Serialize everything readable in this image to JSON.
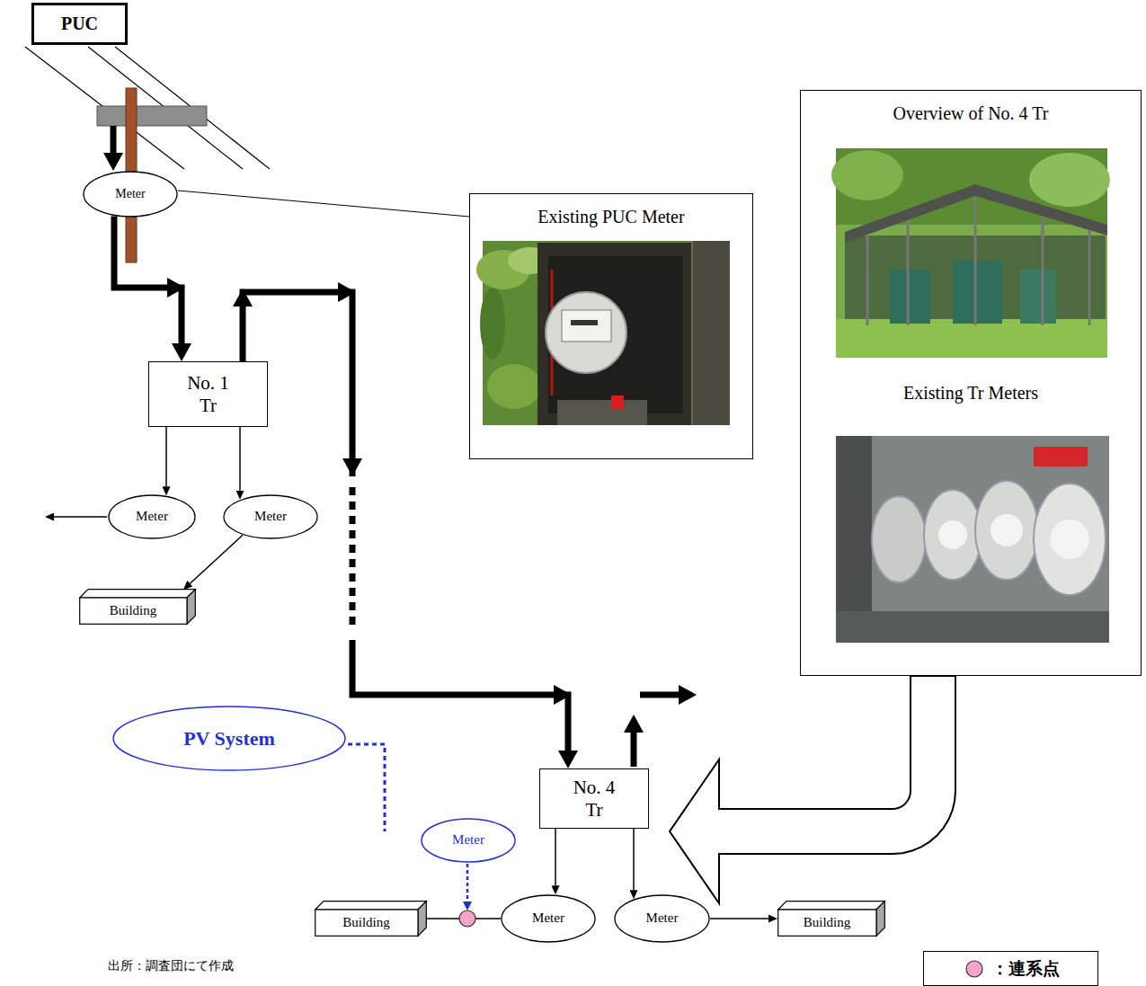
{
  "diagram": {
    "caption": "出所：調査団にて作成",
    "nodes": [
      {
        "text": [
          "PUC"
        ]
      },
      {
        "text": [
          "Meter"
        ]
      },
      {
        "text": [
          "Existing PUC Meter"
        ]
      },
      {
        "text": [
          "Overview of No. 4 Tr",
          "Existing Tr Meters"
        ]
      },
      {
        "text": [
          "No. 1 Tr"
        ]
      },
      {
        "text": [
          "Meter"
        ]
      },
      {
        "text": [
          "Meter"
        ]
      },
      {
        "text": [
          "Building"
        ]
      },
      {
        "text": [
          "PV System"
        ]
      },
      {
        "text": [
          "No. 4 Tr"
        ]
      },
      {
        "text": [
          "Meter"
        ]
      },
      {
        "text": [
          "Building"
        ]
      },
      {
        "text": [
          "Meter"
        ]
      },
      {
        "text": [
          "Meter"
        ]
      },
      {
        "text": [
          "Building"
        ]
      }
    ],
    "edges": [
      {
        "from": 1,
        "to": 4,
        "arrow": "to"
      },
      {
        "from": 4,
        "to": 9,
        "arrow": "to"
      },
      {
        "from": 4,
        "to": 5,
        "arrow": "to"
      },
      {
        "from": 4,
        "to": 6,
        "arrow": "to"
      },
      {
        "from": 6,
        "to": 7,
        "arrow": "to"
      },
      {
        "from": 1,
        "to": 2,
        "arrow": "none"
      },
      {
        "from": 3,
        "to": 9,
        "arrow": "to"
      },
      {
        "from": 9,
        "to": 12,
        "arrow": "to"
      },
      {
        "from": 9,
        "to": 13,
        "arrow": "to"
      },
      {
        "from": 12,
        "to": 11,
        "arrow": "to"
      },
      {
        "from": 13,
        "to": 14,
        "arrow": "to"
      }
    ],
    "legend": [
      {
        "text": "：連系点",
        "color": "#f5a3c7"
      }
    ]
  }
}
